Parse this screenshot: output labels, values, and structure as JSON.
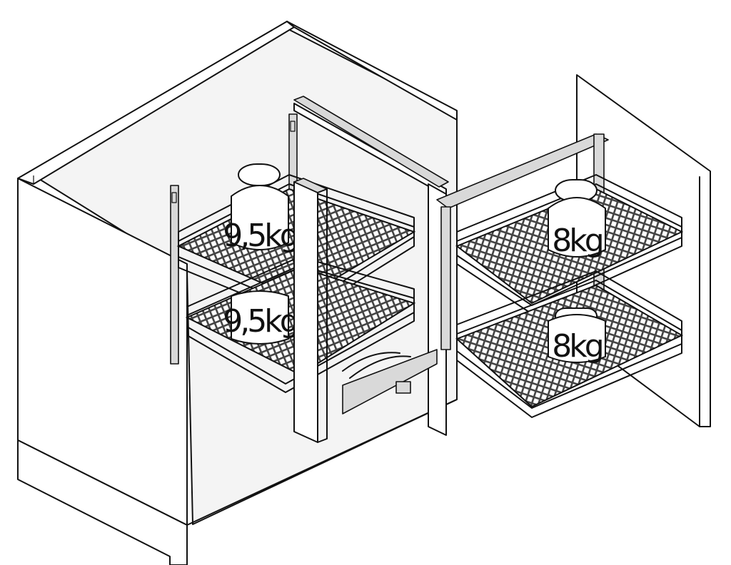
{
  "diagram": {
    "description_free": true,
    "weights": {
      "left_upper": "9,5kg",
      "left_lower": "9,5kg",
      "right_upper": "8kg",
      "right_lower": "8kg"
    },
    "colors": {
      "line": "#111111",
      "background": "#ffffff",
      "metal": "#d9d9d9",
      "mesh": "#444444"
    }
  }
}
